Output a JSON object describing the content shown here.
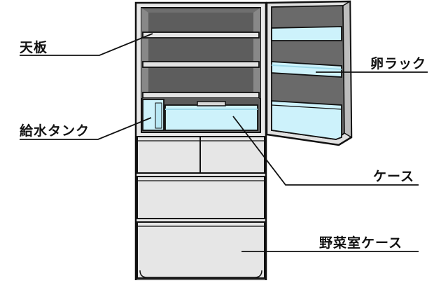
{
  "labels": {
    "top_panel": "天板",
    "egg_rack": "卵ラック",
    "water_tank": "給水タンク",
    "case": "ケース",
    "vegetable_case": "野菜室ケース"
  },
  "colors": {
    "outline": "#111111",
    "body": "#e8e8e8",
    "interior": "#6f6f6f",
    "shelf": "#e3e3e3",
    "glass": "#cdf2fb",
    "door": "#e1e1e1",
    "drawer": "#e6e6e6"
  }
}
